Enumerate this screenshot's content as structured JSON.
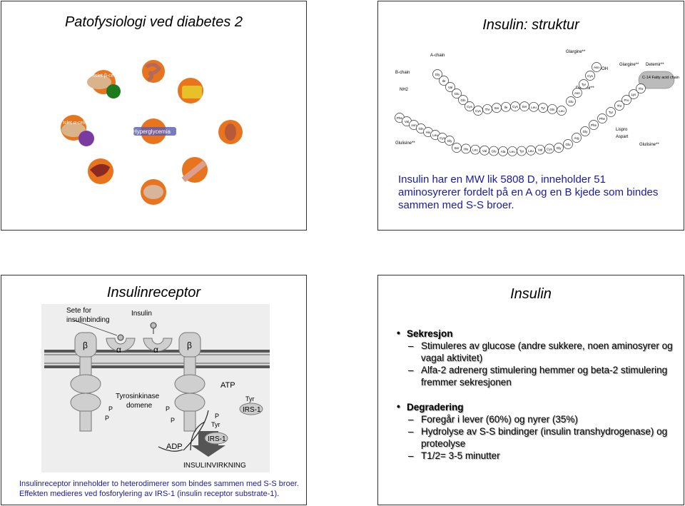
{
  "slide1": {
    "title": "Patofysiologi ved diabetes 2",
    "labels": {
      "beta_cell": "Islet β-cell",
      "alpha_cell": "Islet α-cell",
      "center": "Hyperglycemia"
    }
  },
  "slide2": {
    "title": "Insulin: struktur",
    "caption": "Insulin har en MW lik 5808 D, inneholder 51 aminosyrerer fordelt på en A og en B kjede som bindes sammen med S-S broer.",
    "diagram": {
      "a_chain": "A-chain",
      "b_chain": "B-chain",
      "nh2": "NH2",
      "cooh": "COOH",
      "glargine": "Glargine**",
      "detemir": "Detemir**",
      "fatty_acid": "C-14 Fatty acid chain",
      "lispro": "Lispro",
      "aspart": "Aspart",
      "glulisine": "Glulisine**",
      "a_residues": [
        "Gly",
        "Ile",
        "Val",
        "Glu",
        "Gln",
        "Cys",
        "Cys",
        "Thr",
        "Ser",
        "Ile",
        "Cys",
        "Ser",
        "Leu",
        "Tyr",
        "Gln",
        "Leu",
        "Glu",
        "Asn",
        "Tyr",
        "Cys",
        "Asn"
      ],
      "b_residues": [
        "Phe",
        "Val",
        "Asn",
        "Gln",
        "His",
        "Leu",
        "Cys",
        "Gly",
        "Ser",
        "His",
        "Leu",
        "Val",
        "Glu",
        "Ala",
        "Leu",
        "Tyr",
        "Leu",
        "Val",
        "Cys",
        "Gly",
        "Glu",
        "Arg",
        "Gly",
        "Phe",
        "Phe",
        "Tyr",
        "Thr",
        "Pro",
        "Lys",
        "Thr"
      ]
    }
  },
  "slide3": {
    "title": "Insulinreceptor",
    "caption_line1": "Insulinreceptor inneholder to heterodimerer som bindes sammen med S-S broer.",
    "caption_line2": "Effekten medieres ved fosforylering av IRS-1 (insulin receptor substrate-1).",
    "diagram": {
      "site_line1": "Sete for",
      "site_line2": "insulinbinding",
      "insulin": "Insulin",
      "alpha": "α",
      "beta": "β",
      "tk_line1": "Tyrosinkinase",
      "tk_line2": "domene",
      "p": "P",
      "atp": "ATP",
      "adp": "ADP",
      "tyr": "Tyr",
      "irs1": "IRS-1",
      "action": "INSULINVIRKNING"
    }
  },
  "slide4": {
    "title": "Insulin",
    "bullet1": "Sekresjon",
    "bullet1_sub1": "Stimuleres av glucose (andre sukkere, noen aminosyrer og vagal aktivitet)",
    "bullet1_sub2": "Alfa-2 adrenerg stimulering hemmer og beta-2 stimulering fremmer sekresjonen",
    "bullet2": "Degradering",
    "bullet2_sub1": "Foregår i lever (60%) og nyrer (35%)",
    "bullet2_sub2": "Hydrolyse av S-S bindinger (insulin transhydrogenase) og proteolyse",
    "bullet2_sub3": "T1/2= 3-5 minutter"
  }
}
